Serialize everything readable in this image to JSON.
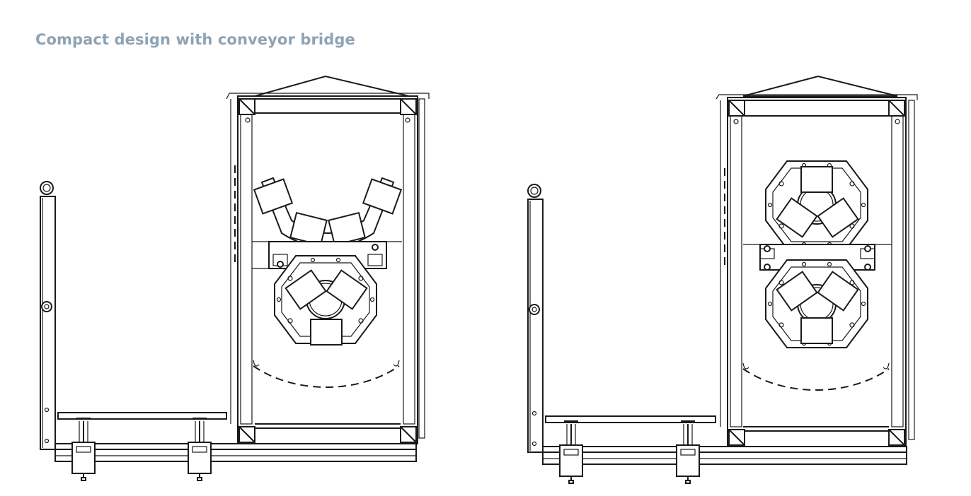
{
  "header": {
    "title": "Compact design with conveyor bridge"
  },
  "drawings": [
    {
      "variant": "single-stage",
      "roller_assemblies": 2
    },
    {
      "variant": "double-stage",
      "roller_assemblies": 2
    }
  ],
  "colors": {
    "title": "#8ea3b3",
    "line": "#1a1a1a",
    "background": "#ffffff"
  }
}
